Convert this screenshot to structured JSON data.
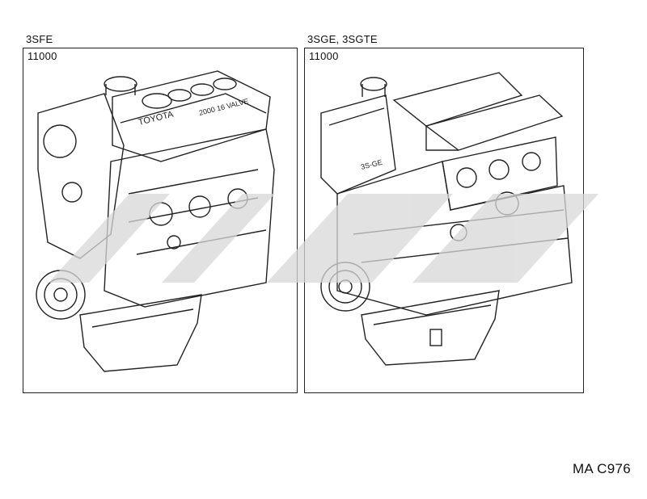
{
  "panels": [
    {
      "engine": "3SFE",
      "part_number": "11000",
      "cover_text": "TOYOTA",
      "plate_text": "2000 16 VALVE"
    },
    {
      "engine": "3SGE, 3SGTE",
      "part_number": "11000",
      "badge_text": "3S-GE"
    }
  ],
  "reference_code": "MA C976",
  "colors": {
    "line": "#222222",
    "watermark": "#d8d8d8"
  }
}
